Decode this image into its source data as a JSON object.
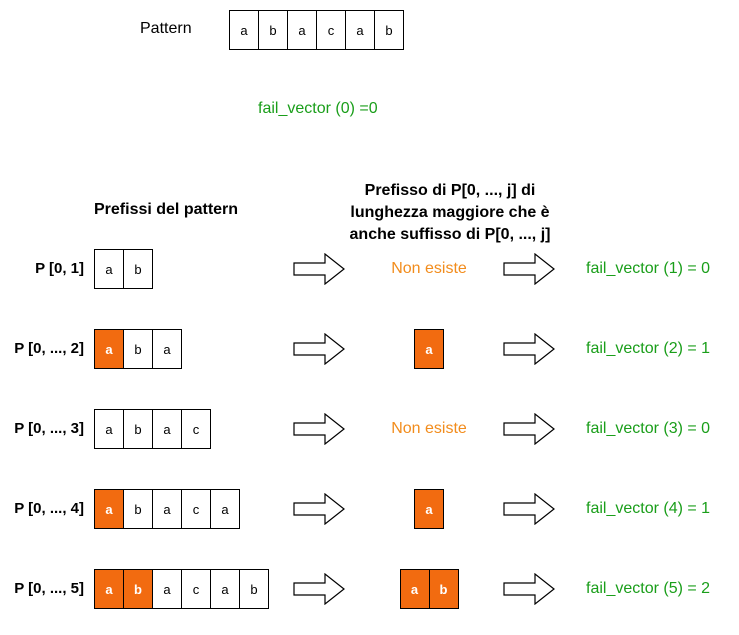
{
  "pattern": {
    "label": "Pattern",
    "chars": [
      "a",
      "b",
      "a",
      "c",
      "a",
      "b"
    ]
  },
  "fail0": "fail_vector (0) =0",
  "headers": {
    "prefixes": "Prefissi del pattern",
    "longest_line1": "Prefisso di P[0, ..., j] di",
    "longest_line2": "lunghezza maggiore che è",
    "longest_line3": "anche suffisso di P[0, ..., j]"
  },
  "rows": [
    {
      "label": "P [0, 1]",
      "cells": [
        {
          "c": "a",
          "hl": false
        },
        {
          "c": "b",
          "hl": false
        }
      ],
      "result_text": "Non esiste",
      "result_cells": [],
      "fail": "fail_vector (1) = 0"
    },
    {
      "label": "P [0, ..., 2]",
      "cells": [
        {
          "c": "a",
          "hl": true
        },
        {
          "c": "b",
          "hl": false
        },
        {
          "c": "a",
          "hl": false
        }
      ],
      "result_text": "",
      "result_cells": [
        "a"
      ],
      "fail": "fail_vector (2) = 1"
    },
    {
      "label": "P [0, ..., 3]",
      "cells": [
        {
          "c": "a",
          "hl": false
        },
        {
          "c": "b",
          "hl": false
        },
        {
          "c": "a",
          "hl": false
        },
        {
          "c": "c",
          "hl": false
        }
      ],
      "result_text": "Non esiste",
      "result_cells": [],
      "fail": "fail_vector (3) = 0"
    },
    {
      "label": "P [0, ..., 4]",
      "cells": [
        {
          "c": "a",
          "hl": true
        },
        {
          "c": "b",
          "hl": false
        },
        {
          "c": "a",
          "hl": false
        },
        {
          "c": "c",
          "hl": false
        },
        {
          "c": "a",
          "hl": false
        }
      ],
      "result_text": "",
      "result_cells": [
        "a"
      ],
      "fail": "fail_vector (4) = 1"
    },
    {
      "label": "P [0, ..., 5]",
      "cells": [
        {
          "c": "a",
          "hl": true
        },
        {
          "c": "b",
          "hl": true
        },
        {
          "c": "a",
          "hl": false
        },
        {
          "c": "c",
          "hl": false
        },
        {
          "c": "a",
          "hl": false
        },
        {
          "c": "b",
          "hl": false
        }
      ],
      "result_text": "",
      "result_cells": [
        "a",
        "b"
      ],
      "fail": "fail_vector (5) = 2"
    }
  ],
  "colors": {
    "highlight": "#f26b10",
    "green_text": "#1a9e1a",
    "orange_text": "#f28c1c"
  }
}
